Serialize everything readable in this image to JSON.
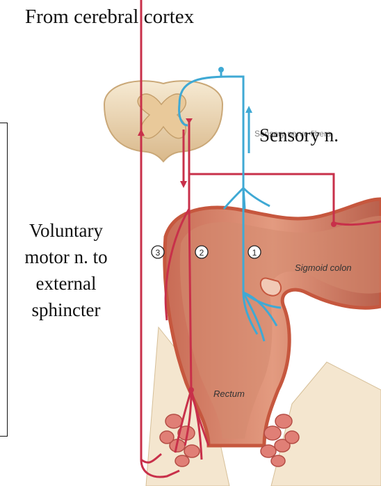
{
  "title": "From cerebral cortex",
  "labels": {
    "sensory_overprint": "Sensory nerve fibers",
    "sensory": "Sensory n.",
    "motor_lines": [
      "Voluntary",
      "motor n. to",
      "external",
      "sphincter"
    ],
    "sigmoid_colon": "Sigmoid colon",
    "rectum": "Rectum"
  },
  "pathways": [
    {
      "number": "1",
      "color": "#3fa9d4"
    },
    {
      "number": "2",
      "color": "#c8304a"
    },
    {
      "number": "3",
      "color": "#c8304a"
    }
  ],
  "colors": {
    "motor_nerve": "#c8304a",
    "sensory_nerve": "#3fa9d4",
    "colon_outer": "#e7a287",
    "colon_inner": "#c26a55",
    "spinal_cord": "#f2e3c7"
  }
}
